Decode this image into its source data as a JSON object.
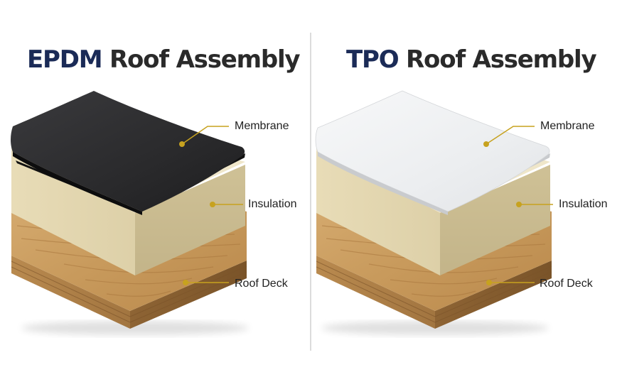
{
  "colors": {
    "title_accent": "#1b2b57",
    "title_text": "#2a2a2a",
    "leader": "#c7a21f",
    "epdm_membrane": "#2b2b2d",
    "tpo_membrane": "#eff0f2",
    "insulation": "#eadfbe",
    "roof_deck": "#c99c62"
  },
  "panels": [
    {
      "id": "epdm",
      "title_accent": "EPDM",
      "title_rest": " Roof Assembly",
      "layers": [
        {
          "key": "membrane",
          "label": "Membrane"
        },
        {
          "key": "insulation",
          "label": "Insulation"
        },
        {
          "key": "deck",
          "label": "Roof Deck"
        }
      ]
    },
    {
      "id": "tpo",
      "title_accent": "TPO",
      "title_rest": " Roof Assembly",
      "layers": [
        {
          "key": "membrane",
          "label": "Membrane"
        },
        {
          "key": "insulation",
          "label": "Insulation"
        },
        {
          "key": "deck",
          "label": "Roof Deck"
        }
      ]
    }
  ]
}
